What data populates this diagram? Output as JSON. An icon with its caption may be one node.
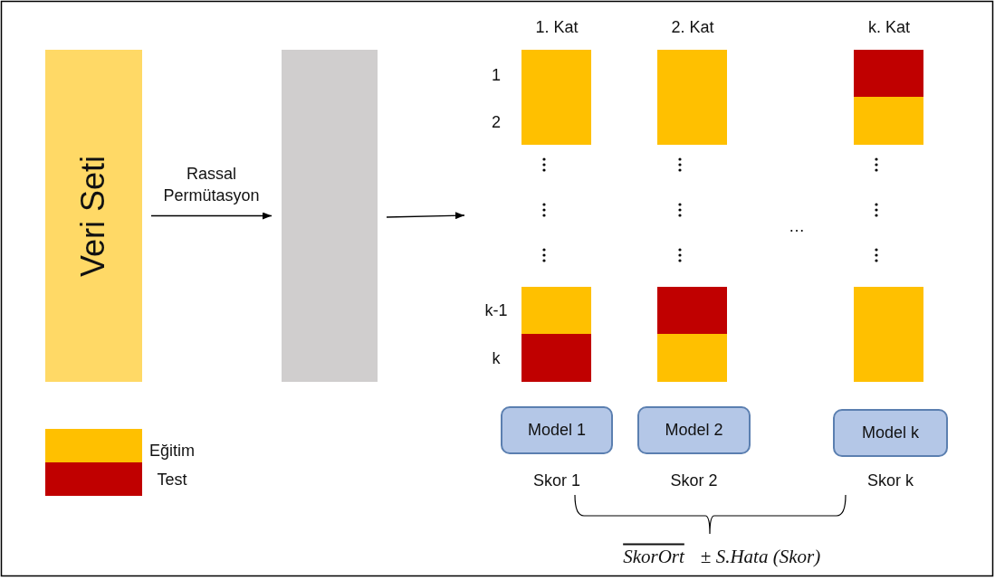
{
  "diagram": {
    "nodes": [
      {
        "text": [
          "Veri Seti"
        ]
      },
      {
        "text": [],
        "shape": "bar"
      },
      {
        "text": [
          "Model 1"
        ],
        "beside": [
          "Skor 1"
        ]
      },
      {
        "text": [
          "Model 2"
        ],
        "beside": [
          "Skor 2"
        ]
      },
      {
        "text": [
          "Model k"
        ],
        "beside": [
          "Skor k"
        ]
      }
    ],
    "edges": [
      {
        "from": 0,
        "to": 1,
        "arrow": "to",
        "label": "Rassal Permütasyon"
      },
      {
        "from": 1,
        "to": null,
        "arrow": "to"
      }
    ],
    "labels": [
      "1. Kat",
      "2. Kat",
      "k. Kat",
      "1",
      "2",
      "…",
      "k-1",
      "k",
      "SkorOrt",
      "± S.Hata (Skor)"
    ],
    "legend": [
      {
        "text": "Eğitim",
        "color": "#ffc000"
      },
      {
        "text": "Test",
        "color": "#c00000"
      }
    ]
  }
}
